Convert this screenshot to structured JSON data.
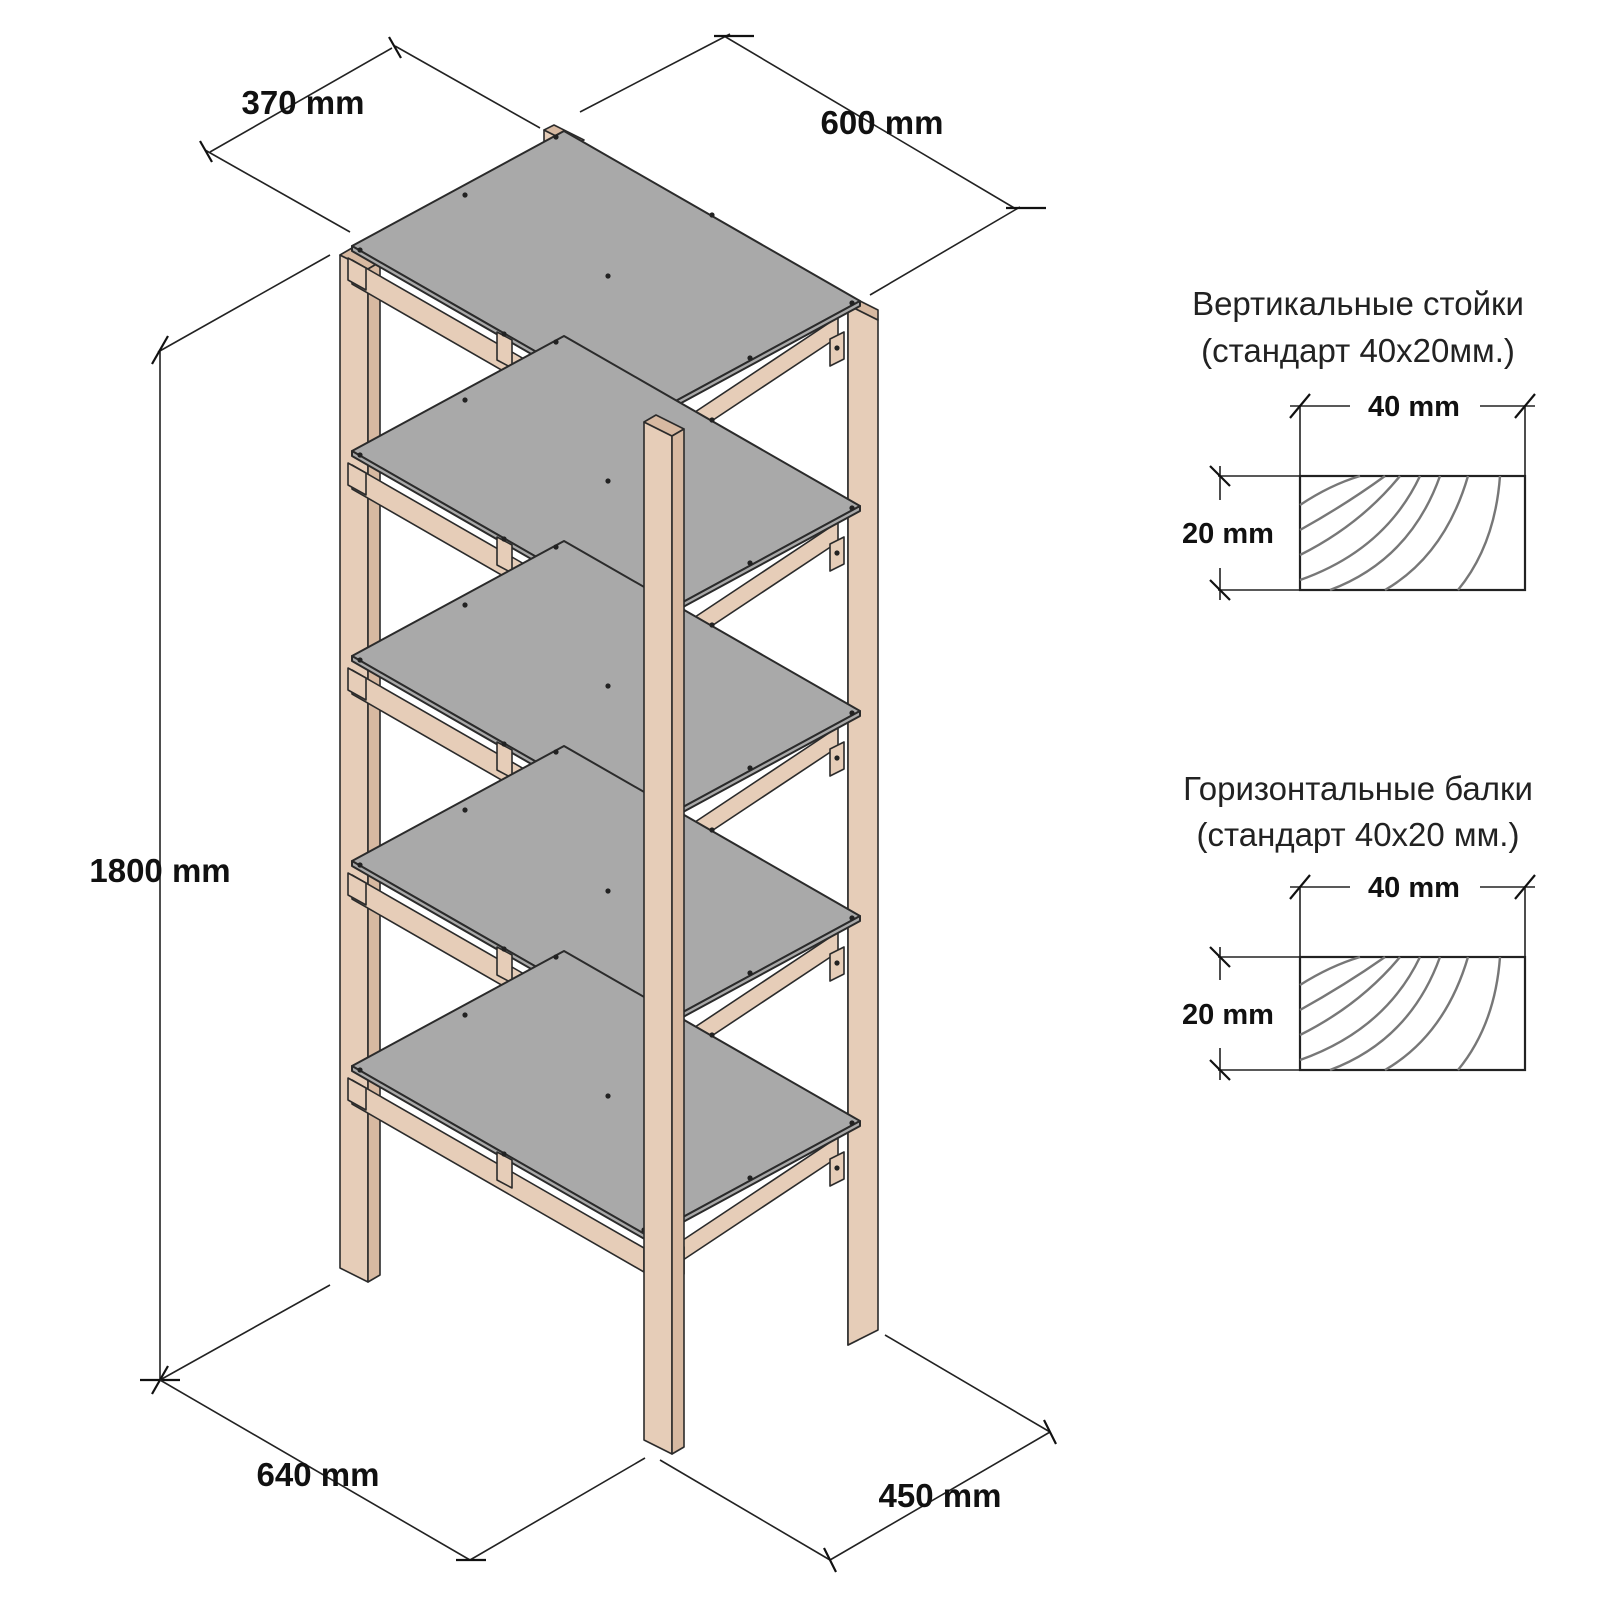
{
  "dimensions": {
    "depth_top": "370 mm",
    "width_top": "600 mm",
    "height": "1800 mm",
    "width_bottom": "640 mm",
    "depth_bottom": "450 mm"
  },
  "shelf_count": 5,
  "sections": [
    {
      "title_line1": "Вертикальные стойки",
      "title_line2": "(стандарт 40x20мм.)",
      "width_label": "40 mm",
      "height_label": "20 mm"
    },
    {
      "title_line1": "Горизонтальные балки",
      "title_line2": "(стандарт 40x20 мм.)",
      "width_label": "40 mm",
      "height_label": "20 mm"
    }
  ],
  "colors": {
    "wood": "#e6cdb8",
    "shelf": "#a9a9a9",
    "line": "#222222"
  }
}
